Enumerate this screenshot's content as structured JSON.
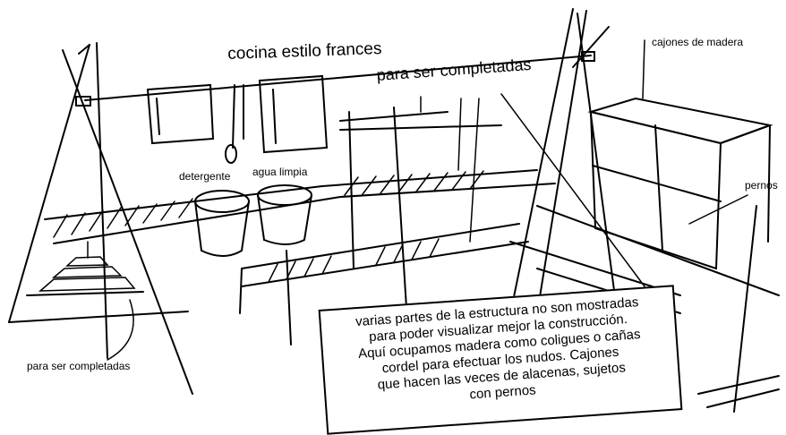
{
  "title": "cocina estilo frances",
  "labels": {
    "completion_top": "para ser completadas",
    "completion_bottom": "para ser completadas",
    "wood_drawers": "cajones de madera",
    "bolts": "pernos",
    "detergent": "detergente",
    "clean_water": "agua limpia"
  },
  "note": {
    "lines": [
      "varias partes de la estructura no son mostradas",
      "para poder visualizar mejor la construcción.",
      "Aquí ocupamos madera como coligues o cañas",
      "cordel para efectuar los nudos. Cajones",
      "que hacen las veces de alacenas, sujetos",
      "con pernos"
    ]
  }
}
